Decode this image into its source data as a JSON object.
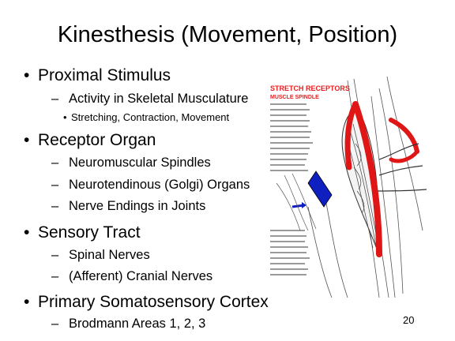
{
  "slide": {
    "title": "Kinesthesis (Movement, Position)",
    "page_number": "20"
  },
  "bullets": [
    {
      "level": 1,
      "text": "Proximal Stimulus"
    },
    {
      "level": 2,
      "text": "Activity in Skeletal Musculature"
    },
    {
      "level": 3,
      "text": "Stretching, Contraction, Movement"
    },
    {
      "level": 1,
      "text": "Receptor Organ"
    },
    {
      "level": 2,
      "text": "Neuromuscular Spindles"
    },
    {
      "level": 2,
      "text": "Neurotendinous (Golgi) Organs"
    },
    {
      "level": 2,
      "text": "Nerve Endings in Joints"
    },
    {
      "level": 1,
      "text": "Sensory Tract"
    },
    {
      "level": 2,
      "text": "Spinal Nerves"
    },
    {
      "level": 2,
      "text": "(Afferent) Cranial Nerves"
    },
    {
      "level": 1,
      "text": "Primary Somatosensory Cortex"
    },
    {
      "level": 2,
      "text": "Brodmann Areas 1, 2, 3"
    }
  ],
  "figure": {
    "heading": "STRETCH RECEPTORS",
    "subheading": "MUSCLE SPINDLE",
    "colors": {
      "heading_red": "#e52020",
      "muscle_red": "#e01515",
      "nerve_blue": "#1020c0",
      "line_gray": "#555555"
    }
  }
}
